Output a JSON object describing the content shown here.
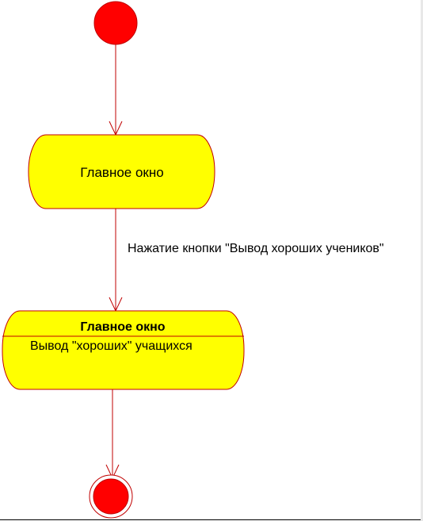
{
  "diagram": {
    "states": [
      {
        "name": "Главное окно"
      },
      {
        "name": "Главное окно",
        "activity": "Вывод \"хороших\" учащихся"
      }
    ],
    "transition_label": "Нажатие кнопки \"Вывод хороших учеников\"",
    "colors": {
      "node_fill": "#ff0000",
      "state_fill": "#ffff00",
      "stroke": "#c00000",
      "text": "#000000"
    }
  }
}
